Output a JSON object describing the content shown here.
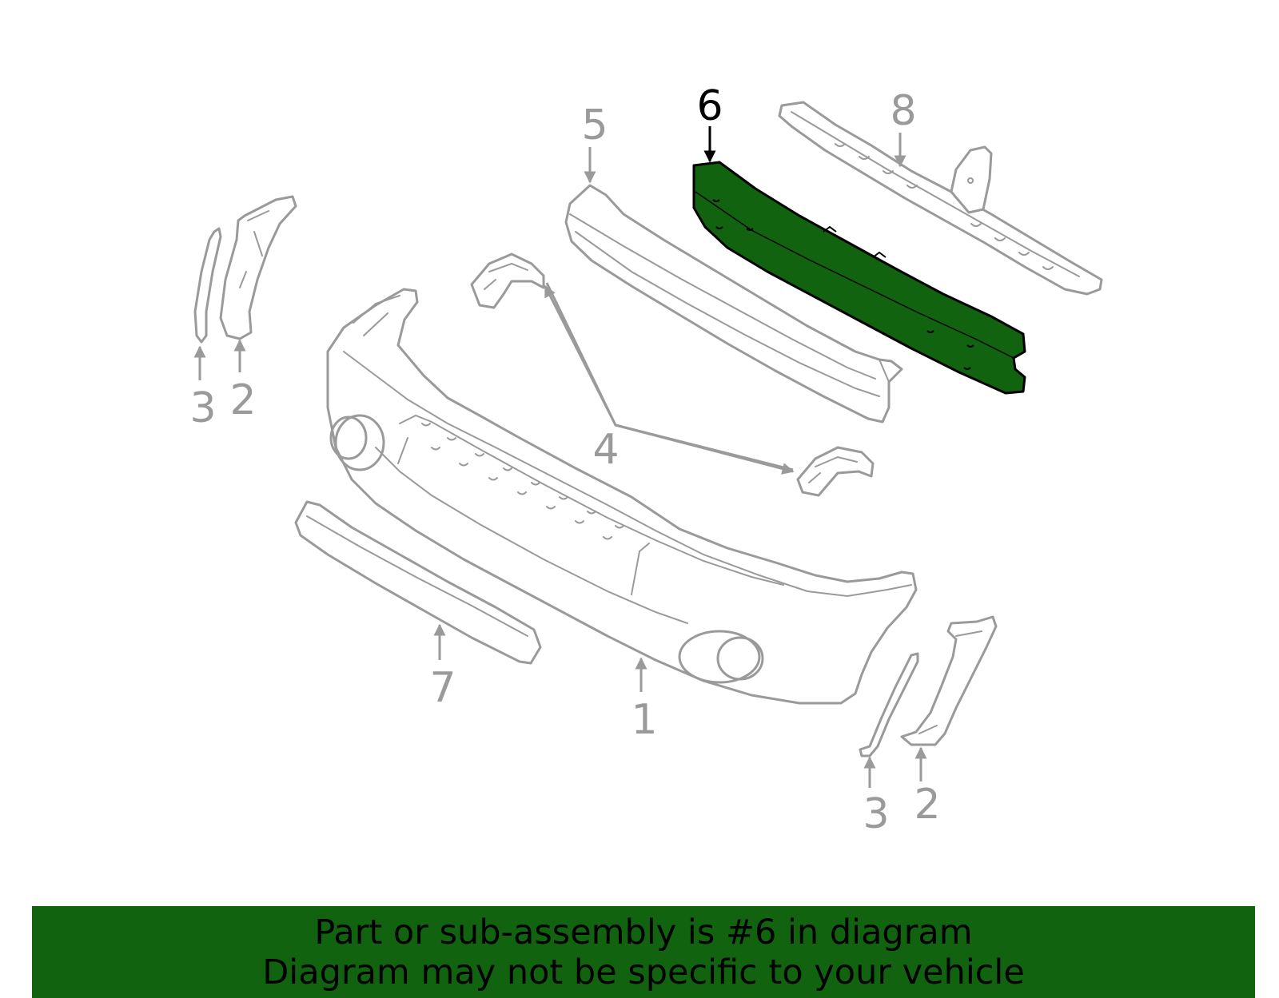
{
  "callouts": {
    "c1": "1",
    "c2a": "2",
    "c2b": "2",
    "c3a": "3",
    "c3b": "3",
    "c4": "4",
    "c5": "5",
    "c6": "6",
    "c7": "7",
    "c8": "8"
  },
  "highlight": {
    "part_number": "6",
    "color": "#116310"
  },
  "colors": {
    "part_outline": "#9a9a9a",
    "banner_bg": "#116310",
    "text": "#000000"
  },
  "banner": {
    "line1": "Part or sub-assembly is #6 in diagram",
    "line2": "Diagram may not be specific to your vehicle"
  }
}
